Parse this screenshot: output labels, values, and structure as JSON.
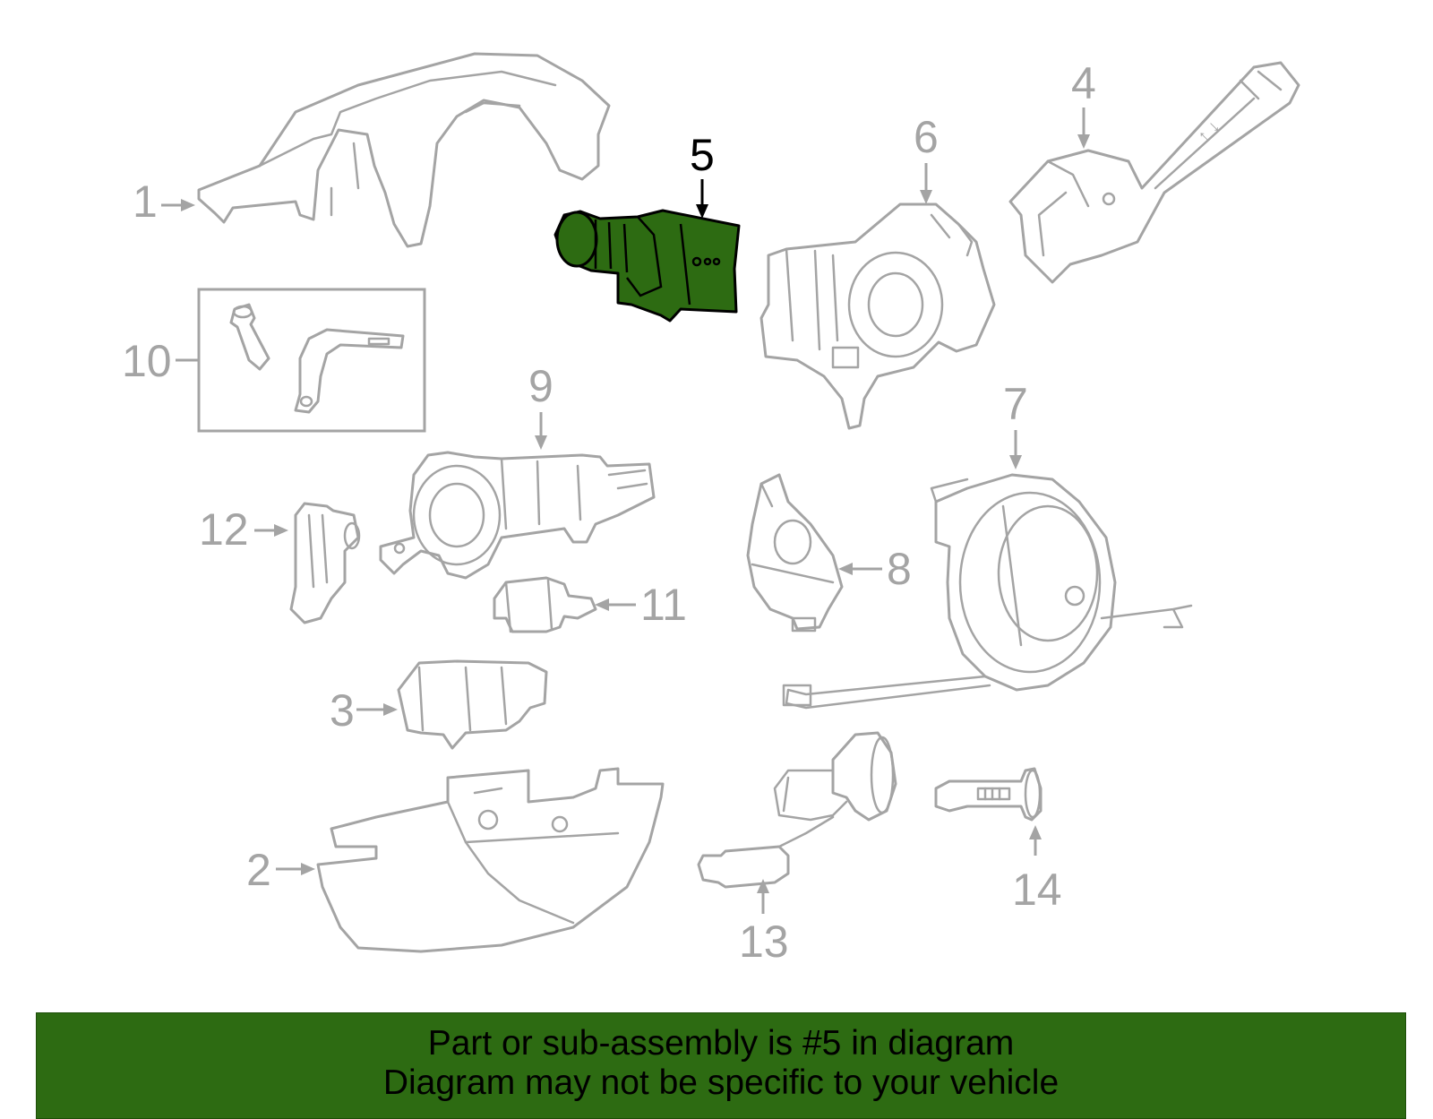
{
  "diagram": {
    "highlighted_part": "5",
    "callouts": [
      "1",
      "2",
      "3",
      "4",
      "5",
      "6",
      "7",
      "8",
      "9",
      "10",
      "11",
      "12",
      "13",
      "14"
    ]
  },
  "banner": {
    "line1": "Part or sub-assembly is #5 in diagram",
    "line2": "Diagram may not be specific to your vehicle"
  },
  "colors": {
    "highlight_fill": "#2d6b12",
    "banner_background": "#2d6b12",
    "part_outline": "#a4a4a4"
  }
}
